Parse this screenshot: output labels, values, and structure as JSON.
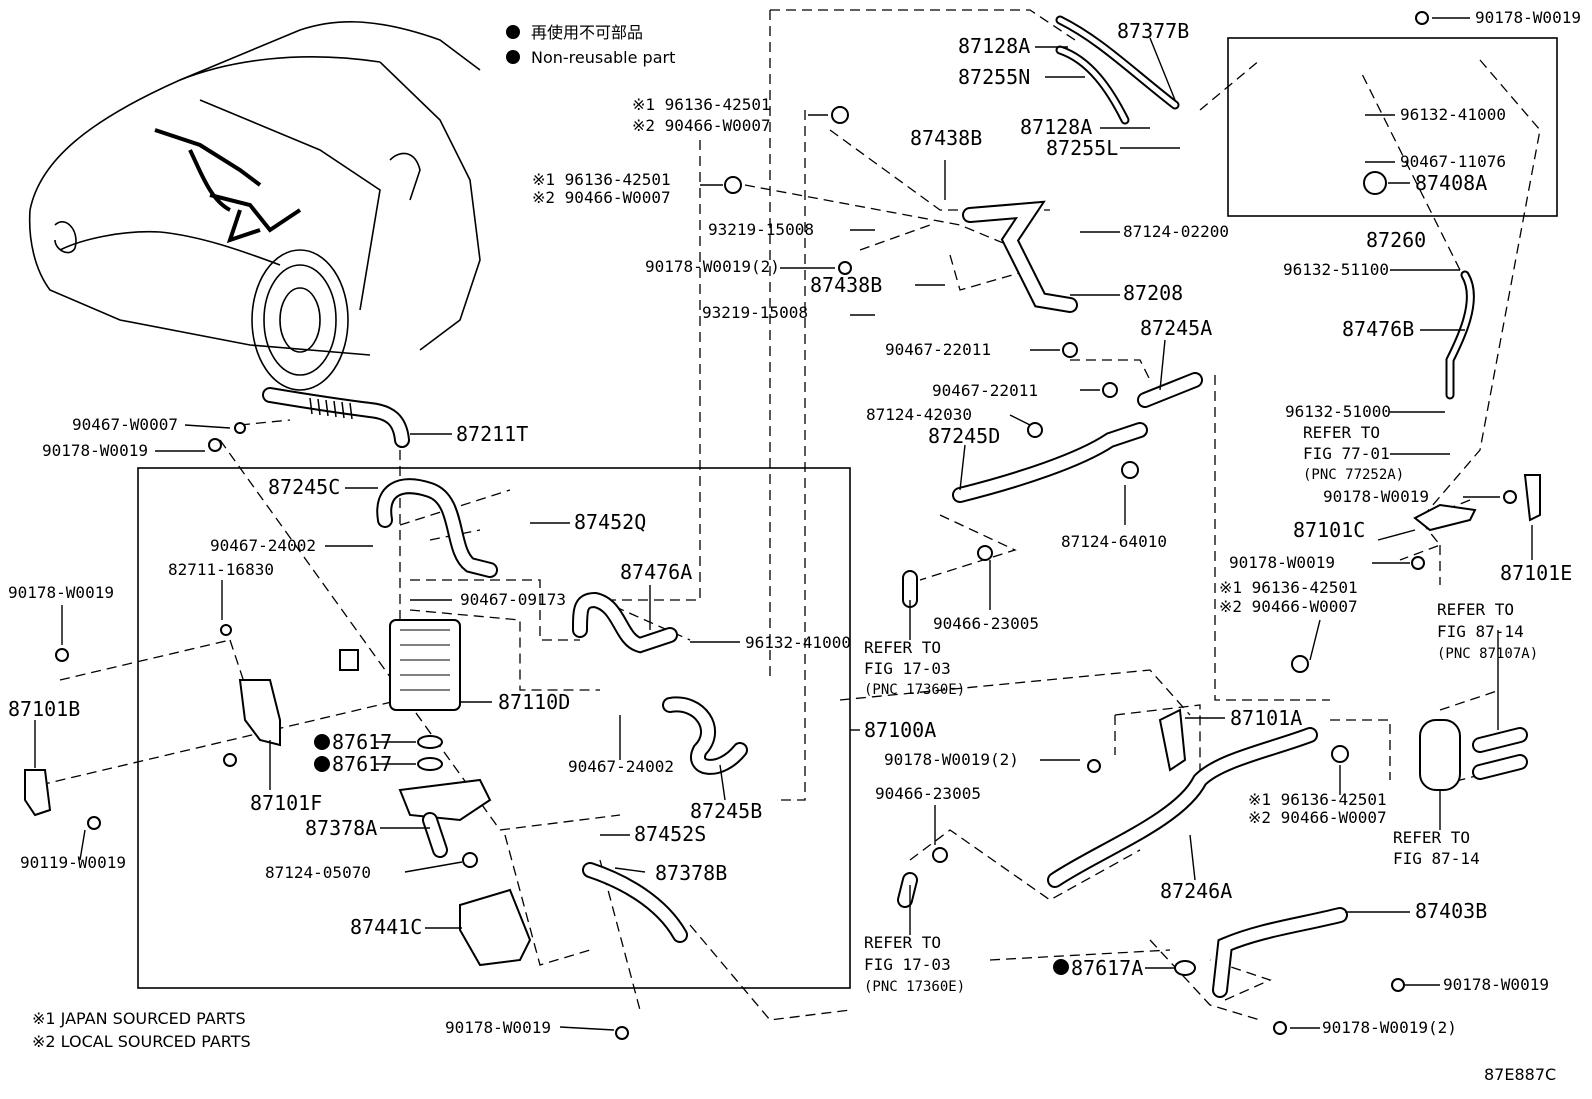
{
  "legend": {
    "item1": "再使用不可部品",
    "item2": "Non-reusable part"
  },
  "footnotes": {
    "note1": "※1 JAPAN SOURCED PARTS",
    "note2": "※2 LOCAL SOURCED PARTS"
  },
  "figure_id": "87E887C",
  "labels": {
    "p87377B": "87377B",
    "p87128A_1": "87128A",
    "p87255N": "87255N",
    "p87128A_2": "87128A",
    "p87255L": "87255L",
    "p90178W0019_tr": "90178-W0019",
    "p96132_41000_tr": "96132-41000",
    "p90467_11076": "90467-11076",
    "p87408A": "87408A",
    "p87260": "87260",
    "p96132_51100": "96132-51100",
    "p87476B": "87476B",
    "p96132_51000": "96132-51000",
    "refer_77_1": "REFER TO",
    "refer_77_2": "FIG 77-01",
    "refer_77_3": "(PNC 77252A)",
    "p90178W0019_r1": "90178-W0019",
    "p87101C": "87101C",
    "p90178W0019_r2": "90178-W0019",
    "p87101E": "87101E",
    "s1_96136_r": "※1 96136-42501",
    "s2_90466_r": "※2 90466-W0007",
    "s1_96136_top": "※1 96136-42501",
    "s2_90466_top": "※2 90466-W0007",
    "s1_96136_mid": "※1 96136-42501",
    "s2_90466_mid": "※2 90466-W0007",
    "p87438B_1": "87438B",
    "p93219_1": "93219-15008",
    "p90178W0019_2a": "90178-W0019(2)",
    "p87438B_2": "87438B",
    "p93219_2": "93219-15008",
    "p87124_02200": "87124-02200",
    "p87208": "87208",
    "p90467_22011_1": "90467-22011",
    "p90467_22011_2": "90467-22011",
    "p87245A": "87245A",
    "p87124_42030": "87124-42030",
    "p87245D": "87245D",
    "p87124_64010": "87124-64010",
    "p90466_23005_1": "90466-23005",
    "refer_17_a1": "REFER TO",
    "refer_17_a2": "FIG 17-03",
    "refer_17_a3": "(PNC 17360E)",
    "refer_87_a1": "REFER TO",
    "refer_87_a2": "FIG 87-14",
    "refer_87_a3": "(PNC 87107A)",
    "p87101A": "87101A",
    "p90178W0019_2b": "90178-W0019(2)",
    "p90466_23005_2": "90466-23005",
    "s1_96136_b": "※1 96136-42501",
    "s2_90466_b": "※2 90466-W0007",
    "refer_87_b1": "REFER TO",
    "refer_87_b2": "FIG 87-14",
    "p87246A": "87246A",
    "p87403B": "87403B",
    "p87617A": "87617A",
    "p90178W0019_br": "90178-W0019",
    "p90178W0019_2c": "90178-W0019(2)",
    "refer_17_b1": "REFER TO",
    "refer_17_b2": "FIG 17-03",
    "refer_17_b3": "(PNC 17360E)",
    "p87100A": "87100A",
    "p90467_W0007": "90467-W0007",
    "p90178W0019_l1": "90178-W0019",
    "p87211T": "87211T",
    "p87245C": "87245C",
    "p87452Q": "87452Q",
    "p90467_24002_1": "90467-24002",
    "p82711_16830": "82711-16830",
    "p90178W0019_l2": "90178-W0019",
    "p90467_09173": "90467-09173",
    "p87476A": "87476A",
    "p96132_41000_m": "96132-41000",
    "p87110D": "87110D",
    "p87101B": "87101B",
    "p87617_1": "87617",
    "p87617_2": "87617",
    "p90467_24002_2": "90467-24002",
    "p87245B": "87245B",
    "p87101F": "87101F",
    "p87378A": "87378A",
    "p87452S": "87452S",
    "p90119_W0019": "90119-W0019",
    "p87124_05070": "87124-05070",
    "p87378B": "87378B",
    "p87441C": "87441C",
    "p90178W0019_bot": "90178-W0019"
  }
}
